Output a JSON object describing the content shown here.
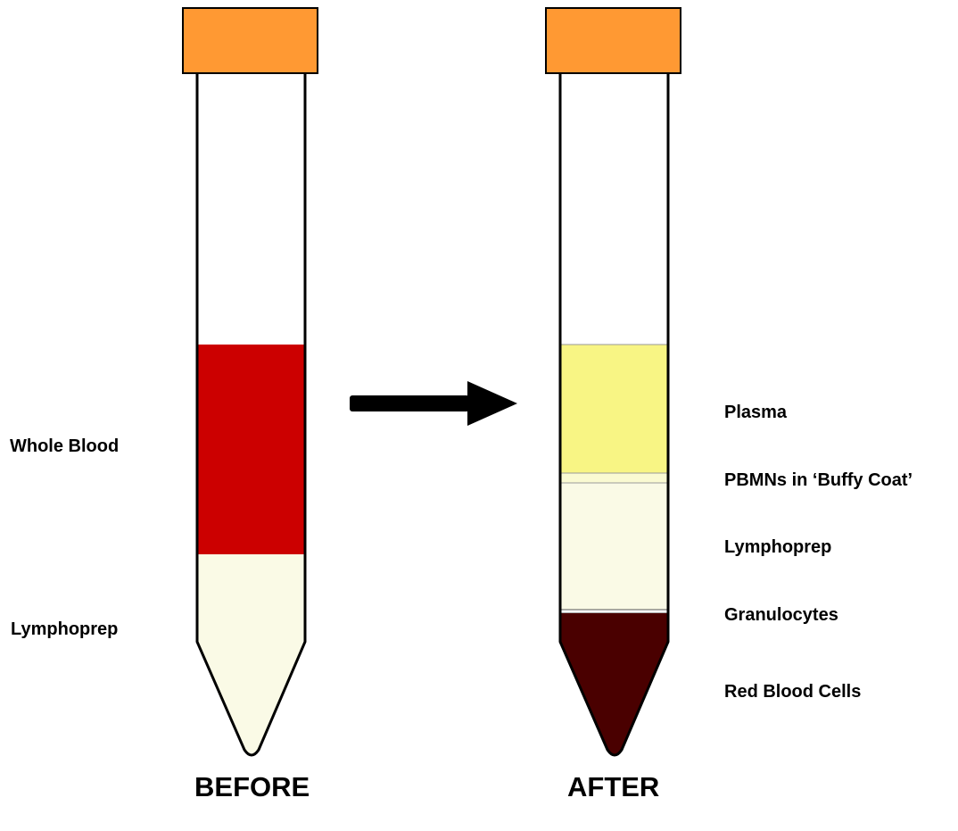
{
  "before": {
    "caption": "BEFORE",
    "layers": {
      "whole_blood": "Whole Blood",
      "lymphoprep": "Lymphoprep"
    }
  },
  "after": {
    "caption": "AFTER",
    "layers": {
      "plasma": "Plasma",
      "buffy_coat": "PBMNs in ‘Buffy Coat’",
      "lymphoprep": "Lymphoprep",
      "granulocytes": "Granulocytes",
      "red_blood_cells": "Red Blood Cells"
    }
  },
  "colors": {
    "cap": "#ff9933",
    "whole_blood": "#cc0000",
    "lymphoprep": "#fafae6",
    "plasma": "#f8f584",
    "buffy_coat": "#fafad2",
    "granulocytes": "#ffffff",
    "red_blood_cells": "#4a0000",
    "outline": "#000000",
    "arrow": "#000000"
  }
}
